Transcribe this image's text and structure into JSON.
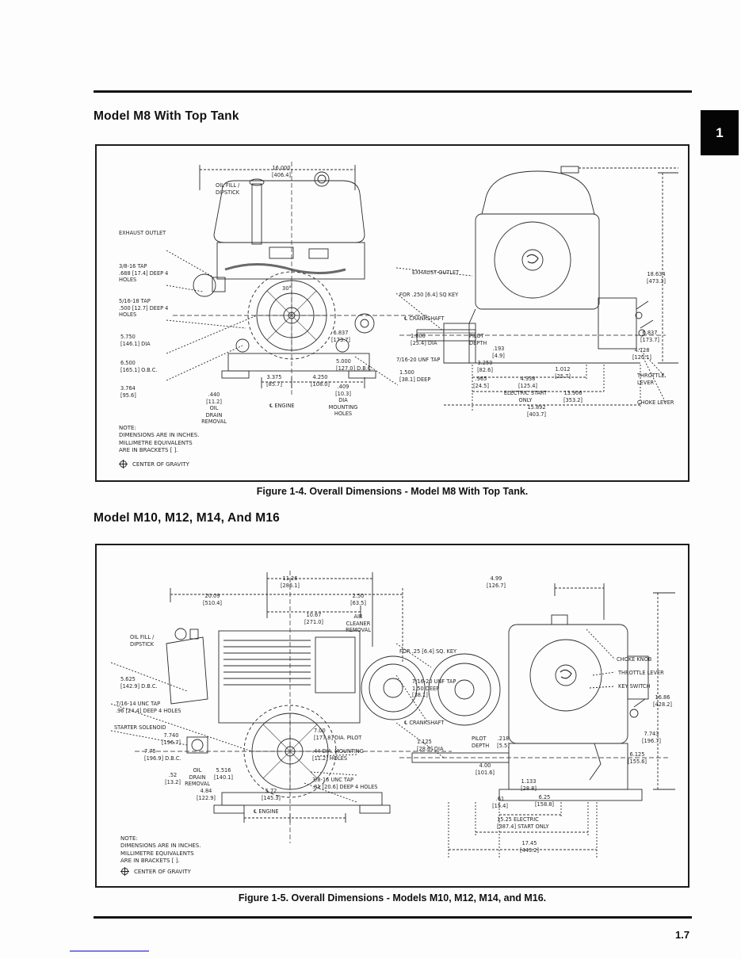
{
  "page": {
    "number": "1.7",
    "tab": "1"
  },
  "headings": {
    "h1": "Model M8 With Top Tank",
    "h2": "Model M10, M12, M14, And M16"
  },
  "captions": {
    "fig14": "Figure 1-4.  Overall Dimensions - Model M8 With Top Tank.",
    "fig15": "Figure 1-5.  Overall Dimensions - Models M10, M12, M14, and M16."
  },
  "note": {
    "text": "NOTE:\nDIMENSIONS ARE IN INCHES.\nMILLIMETRE EQUIVALENTS\nARE IN BRACKETS [ ].",
    "cg": "CENTER OF GRAVITY"
  },
  "fig14": {
    "front": {
      "width": "16.000\n[406.4]",
      "oil_fill": "OIL FILL /\nDIPSTICK",
      "exhaust": "EXHAUST OUTLET",
      "tap_a": "3/8-16 TAP\n.688 [17.4] DEEP  4 HOLES",
      "tap_b": "5/16-18 TAP\n.500 [12.7] DEEP  4 HOLES",
      "dia": "5.750\n[146.1]  DIA",
      "obc": "6.500\n[165.1]  O.B.C.",
      "cg_h": "3.764\n[95.6]",
      "drain": ".440\n[11.2]\nOIL\nDRAIN\nREMOVAL",
      "d1": "3.375\n[85.7]",
      "d2": "4.250\n[108.0]",
      "cl": "℄ ENGINE",
      "d3": "6.837\n[173.7]",
      "dbc": "5.000\n[127.0]  D.B.C.",
      "mount": ".409\n[10.3]\nDIA\nMOUNTING\nHOLES",
      "angle": "30°"
    },
    "side": {
      "exhaust": "EXHAUST OUTLET",
      "key": "FOR .250 [6.4] SQ KEY",
      "crank": "℄ CRANKSHAFT",
      "dia": "1.000\n[25.4]  DIA",
      "tap": "7/16-20 UNF TAP",
      "deep": "1.500\n[38.1]  DEEP",
      "pilot": "PILOT\nDEPTH",
      "pd": ".193\n[4.9]",
      "d1": "3.250\n[82.6]",
      "d2": ".965\n[24.5]",
      "d3": "4.938\n[125.4]",
      "d4": "1.012\n[25.7]",
      "estart": "ELECTRIC START\nONLY",
      "d5": "13.906\n[353.2]",
      "d6": "15.892\n[403.7]",
      "d7": "6.837\n[173.7]",
      "d8": "4.728\n[120.1]",
      "throttle": "THROTTLE\nLEVER",
      "choke": "CHOKE LEVER",
      "height": "18.634\n[473.3]"
    }
  },
  "fig15": {
    "front": {
      "d1": "11.26\n[286.1]",
      "d2": "20.09\n[510.4]",
      "d3": "10.67\n[271.0]",
      "d4": "2.50\n[63.5]",
      "air": "AIR\nCLEANER\nREMOVAL",
      "oil_fill": "OIL FILL /\nDIPSTICK",
      "dbc1": "5.625\n[142.9]  D.B.C.",
      "tap_a": "7/16-14 UNC TAP\n.96 [24.4] DEEP  4 HOLES",
      "solenoid": "STARTER SOLENOID",
      "d5": "7.740\n[196.7]",
      "dbc2": "7.75\n[196.9]  D.B.C.",
      "drain_d": ".52\n[13.2]",
      "drain": "OIL\nDRAIN\nREMOVAL",
      "d6": "5.516\n[140.1]",
      "d7": "4.84\n[122.9]",
      "d8": "5.72\n[145.3]",
      "cl": "℄ ENGINE",
      "pilot": "7.00\n[177.8]  DIA. PILOT",
      "mount": ".44 DIA. MOUNTING\n[11.2] HOLES",
      "tap_b": "3/8-16 UNC TAP\n.81 [20.6] DEEP  4 HOLES"
    },
    "side": {
      "d1": "4.99\n[126.7]",
      "key": "FOR .25 [6.4] SQ. KEY",
      "tap": "7/16-20 UNF TAP\n1.50 DEEP\n[38.1]",
      "crank": "℄ CRANKSHAFT",
      "dia": "1.125\n[28.6]  DIA",
      "pilot": "PILOT\nDEPTH",
      "pd": ".218\n[5.5]",
      "choke": "CHOKE KNOB",
      "throttle": "THROTTLE LEVER",
      "keysw": "KEY SWITCH",
      "height": "16.86\n[428.2]",
      "d2": "7.743\n[196.7]",
      "d3": "6.125\n[155.6]",
      "d4": "4.00\n[101.6]",
      "d5": "1.133\n[28.8]",
      "d6": ".61\n[15.4]",
      "d7": "6.25\n[158.8]",
      "estart": "15.25  ELECTRIC\n[387.4]  START ONLY",
      "d8": "17.45\n[443.2]"
    }
  }
}
